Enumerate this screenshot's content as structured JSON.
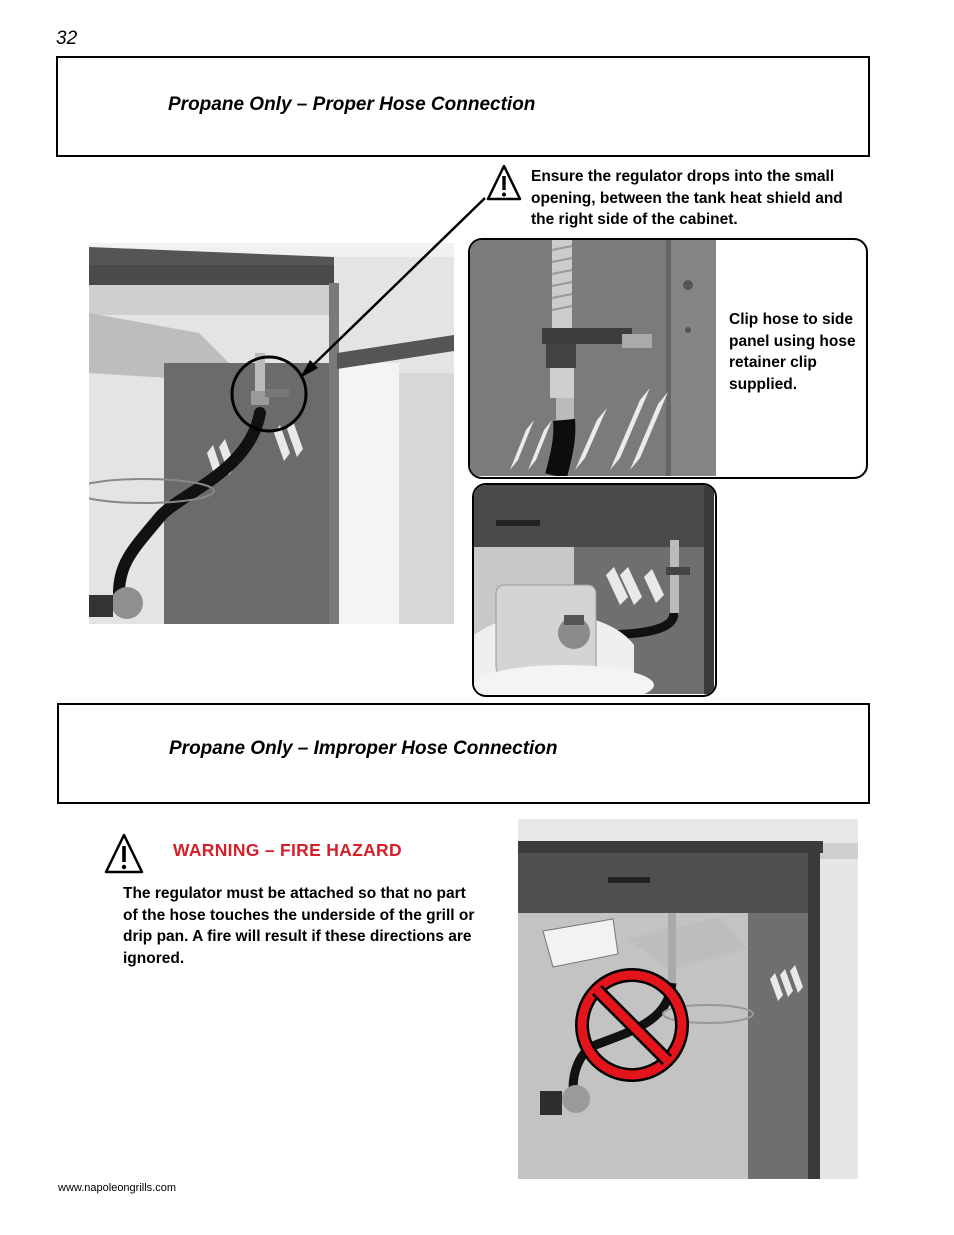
{
  "page": {
    "number": "32",
    "footer_url": "www.napoleongrills.com"
  },
  "section_proper": {
    "title": "Propane Only – Proper Hose Connection"
  },
  "callout_regulator": {
    "text": "Ensure the regulator drops into the small opening, between the tank heat shield and the right side of the cabinet."
  },
  "callout_clip": {
    "text": "Clip hose to side panel using hose retainer clip supplied."
  },
  "section_improper": {
    "title": "Propane Only – Improper Hose Connection"
  },
  "warning": {
    "title": "WARNING – FIRE HAZARD",
    "body": "The regulator must be attached so that no part of the hose touches the underside of the grill or drip pan. A fire will result if these directions are ignored."
  },
  "colors": {
    "warning_red": "#d4202a",
    "prohibition_red": "#e3141b"
  },
  "icons": [
    "warning-triangle-icon",
    "prohibition-icon"
  ]
}
